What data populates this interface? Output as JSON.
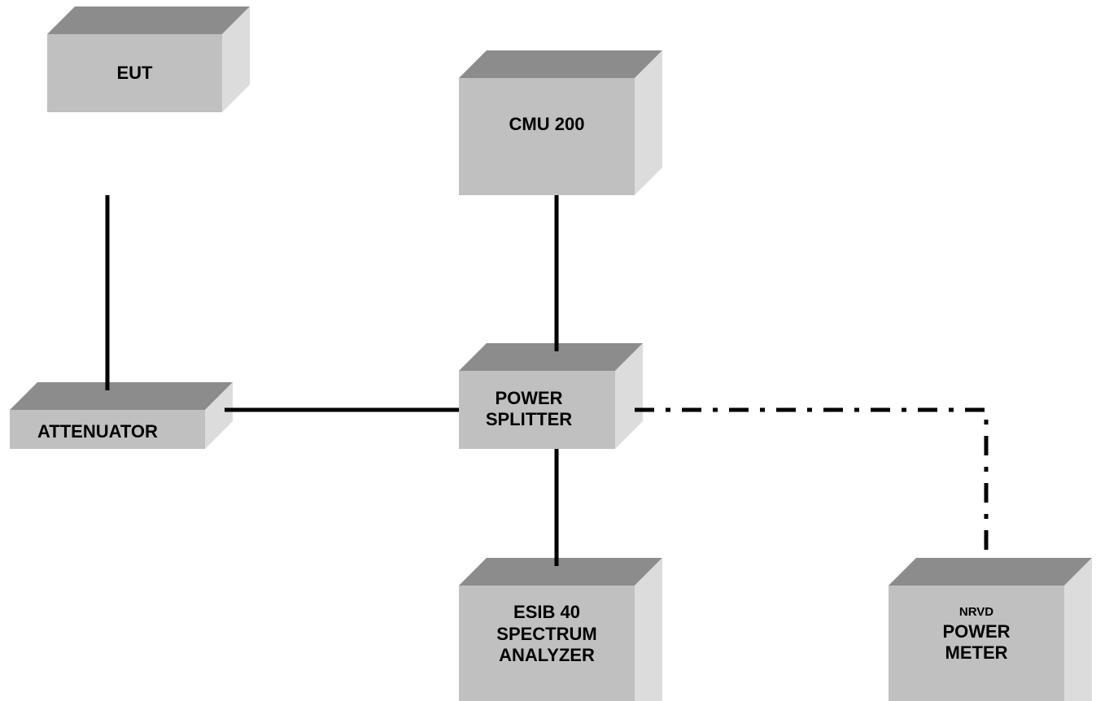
{
  "colors": {
    "box_front": "#c0c0c0",
    "box_top": "#8c8c8c",
    "box_side": "#dcdcdc",
    "line": "#000000",
    "background": "#ffffff"
  },
  "boxes": {
    "eut": {
      "lines": [
        "EUT"
      ]
    },
    "cmu200": {
      "lines": [
        "CMU 200"
      ]
    },
    "attenuator": {
      "lines": [
        "ATTENUATOR"
      ]
    },
    "power_splitter": {
      "lines": [
        "POWER",
        "SPLITTER"
      ]
    },
    "esib40": {
      "lines": [
        "ESIB 40",
        "SPECTRUM",
        "ANALYZER"
      ]
    },
    "nrvd": {
      "prefix": "NRVD",
      "lines": [
        "POWER",
        "METER"
      ]
    }
  },
  "connections": [
    {
      "from": "eut",
      "to": "attenuator",
      "style": "solid"
    },
    {
      "from": "attenuator",
      "to": "power_splitter",
      "style": "solid"
    },
    {
      "from": "cmu200",
      "to": "power_splitter",
      "style": "solid"
    },
    {
      "from": "power_splitter",
      "to": "esib40",
      "style": "solid"
    },
    {
      "from": "power_splitter",
      "to": "nrvd",
      "style": "dash-dot"
    }
  ]
}
